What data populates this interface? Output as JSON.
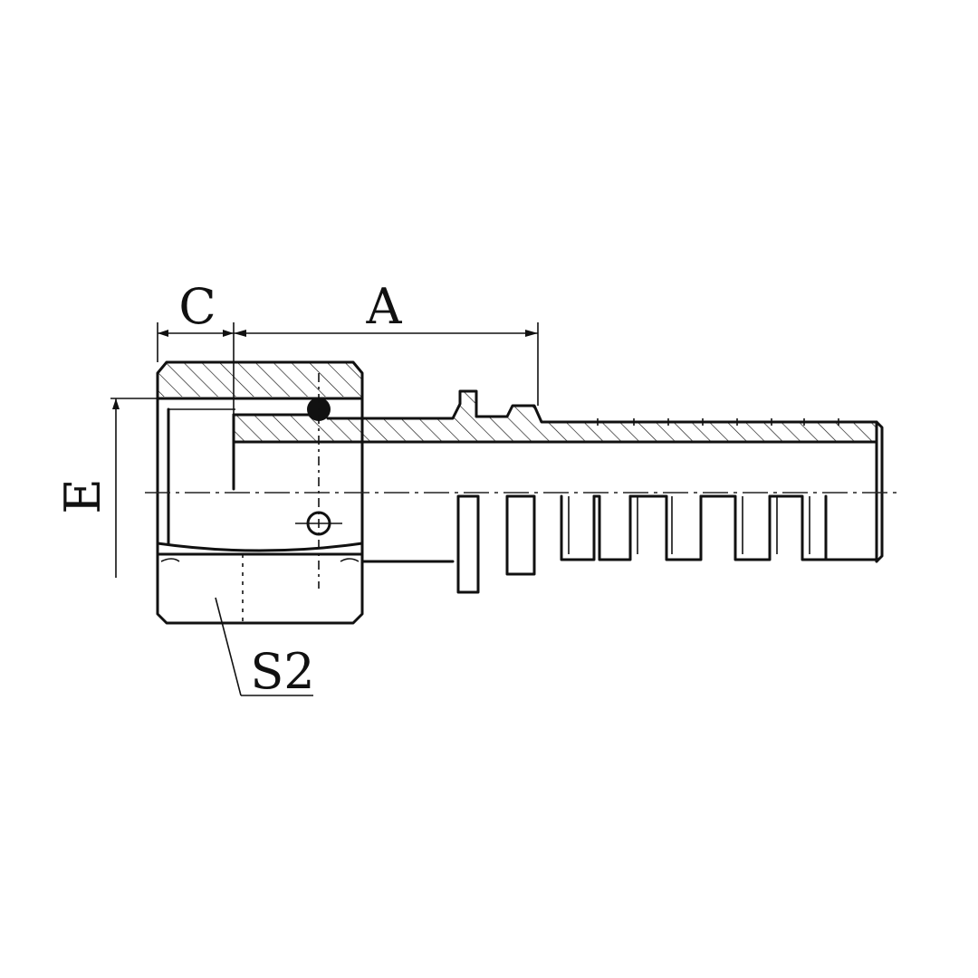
{
  "labels": {
    "dimension_c": "C",
    "dimension_a": "A",
    "dimension_e": "E",
    "part_s2": "S2"
  },
  "colors": {
    "line": "#111111",
    "background": "#ffffff"
  }
}
